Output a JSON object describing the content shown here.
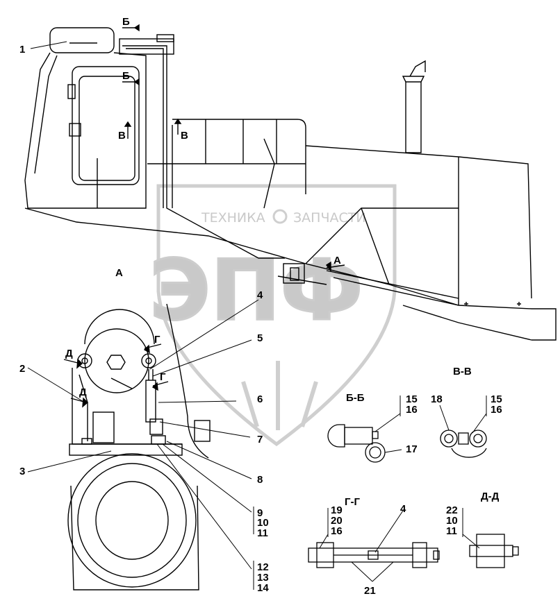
{
  "watermark": {
    "top_text": "ТЕХНИКА",
    "right_text": "ЗАПЧАСТИ",
    "big_text": "ЭПФ"
  },
  "views": {
    "main": "А",
    "bb": "Б-Б",
    "vv": "В-В",
    "gg": "Г-Г",
    "dd": "Д-Д"
  },
  "arrows": {
    "b": "Б",
    "v": "В",
    "g": "Г",
    "d": "Д",
    "a": "А"
  },
  "callouts": {
    "c1": "1",
    "c2": "2",
    "c3": "3",
    "c4": "4",
    "c5": "5",
    "c6": "6",
    "c7": "7",
    "c8": "8",
    "c9": "9",
    "c10": "10",
    "c11": "11",
    "c12": "12",
    "c13": "13",
    "c14": "14",
    "c15": "15",
    "c16": "16",
    "c17": "17",
    "c18": "18",
    "c19": "19",
    "c20": "20",
    "c21": "21",
    "c22": "22"
  }
}
